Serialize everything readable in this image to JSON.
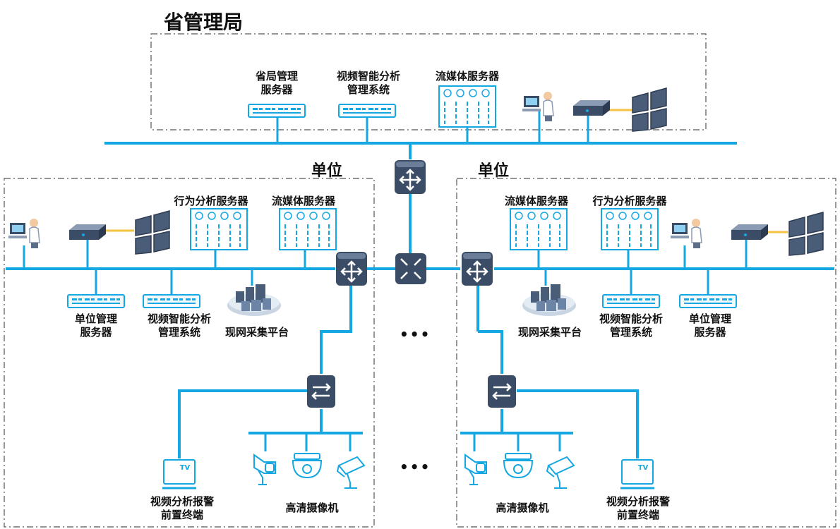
{
  "province": {
    "title": "省管理局",
    "mgmt_server": [
      "省局管理",
      "服务器"
    ],
    "va_system": [
      "视频智能分析",
      "管理系统"
    ],
    "stream_server": "流媒体服务器"
  },
  "unit_left": {
    "title": "单位",
    "behavior_server": "行为分析服务器",
    "stream_server": "流媒体服务器",
    "mgmt_server": [
      "单位管理",
      "服务器"
    ],
    "va_system": [
      "视频智能分析",
      "管理系统"
    ],
    "platform": "现网采集平台",
    "terminal": [
      "视频分析报警",
      "前置终端"
    ],
    "cameras": "高清摄像机"
  },
  "unit_right": {
    "title": "单位",
    "stream_server": "流媒体服务器",
    "behavior_server": "行为分析服务器",
    "platform": "现网采集平台",
    "va_system": [
      "视频智能分析",
      "管理系统"
    ],
    "mgmt_server": [
      "单位管理",
      "服务器"
    ],
    "cameras": "高清摄像机",
    "terminal": [
      "视频分析报警",
      "前置终端"
    ]
  },
  "ellipsis": [
    "•••",
    "•••"
  ],
  "colors": {
    "link": "#15a7e2",
    "device_border": "#15a7e2",
    "switch": "#3b4d66"
  }
}
